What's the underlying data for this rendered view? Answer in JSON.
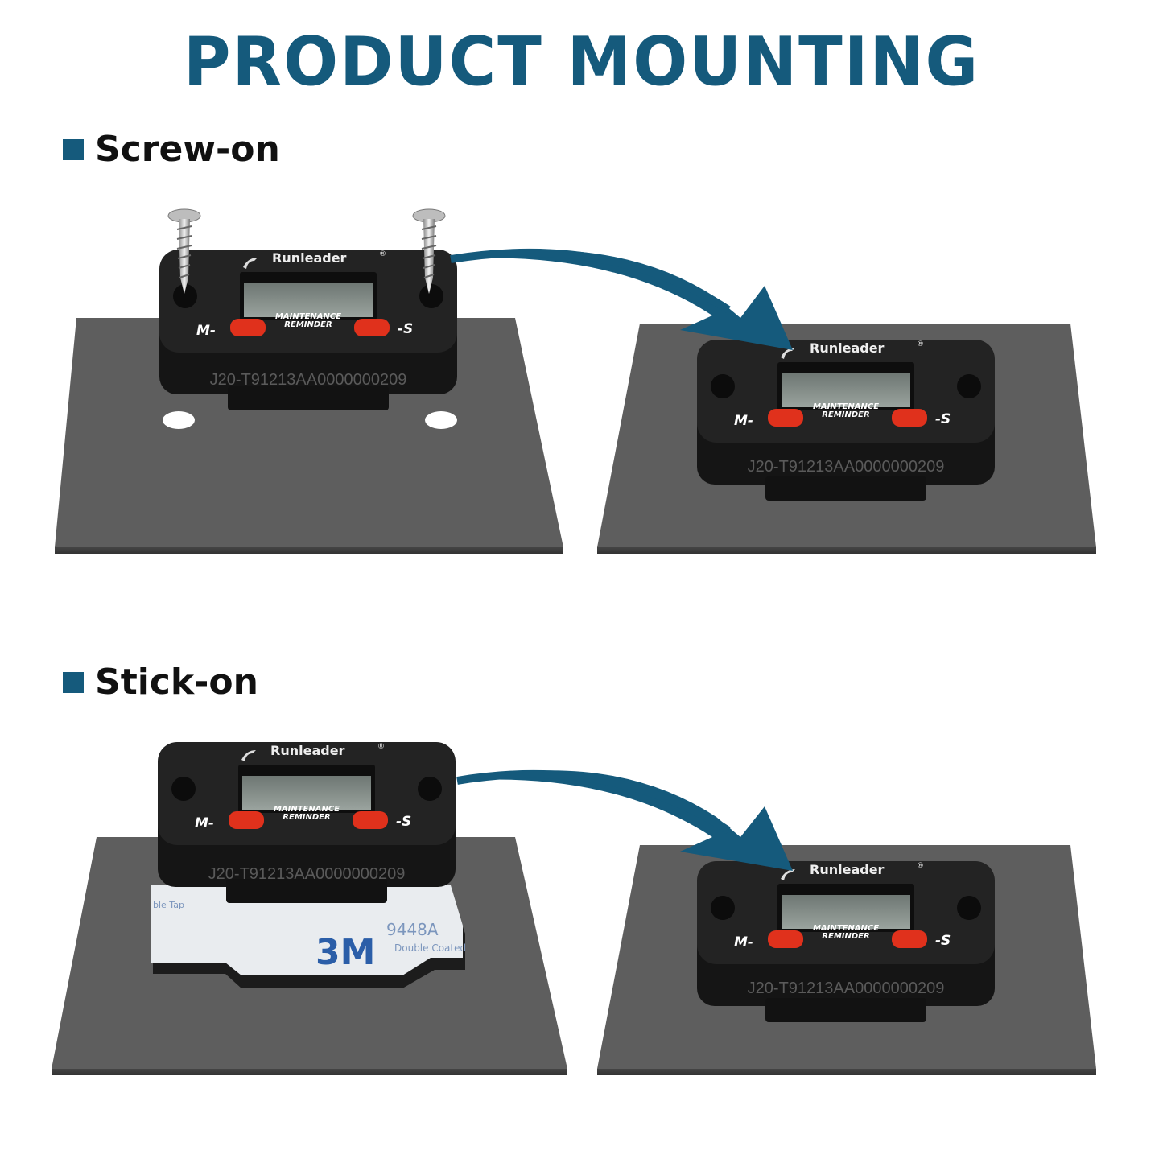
{
  "title": "PRODUCT MOUNTING",
  "sections": [
    {
      "label": "Screw-on"
    },
    {
      "label": "Stick-on"
    }
  ],
  "device": {
    "brand": "Runleader",
    "registered": "®",
    "line1": "MAINTENANCE",
    "line2": "REMINDER",
    "button_left": "M-",
    "button_right": "-S",
    "serial": "J20-T91213AA0000000209"
  },
  "tape": {
    "brand": "3M",
    "model": "9448A",
    "note": "Double Coated",
    "partial": "ble Tap"
  },
  "colors": {
    "accent": "#155a7c",
    "plate": "#5e5e5e",
    "device": "#1c1c1c",
    "button": "#e0311c"
  }
}
